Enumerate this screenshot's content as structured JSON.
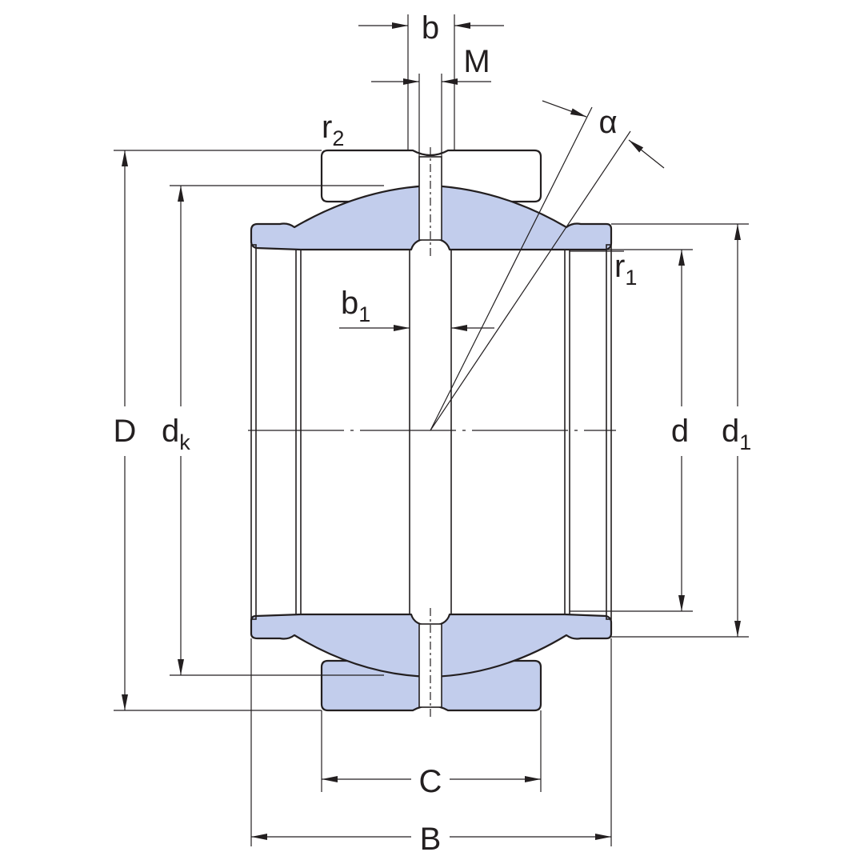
{
  "colors": {
    "line": "#231f20",
    "shade": "#c2cdec",
    "background": "#ffffff"
  },
  "labels": {
    "b": "b",
    "M": "M",
    "r2_base": "r",
    "r2_sub": "2",
    "alpha": "α",
    "r1_base": "r",
    "r1_sub": "1",
    "b1_base": "b",
    "b1_sub": "1",
    "D": "D",
    "dk_base": "d",
    "dk_sub": "k",
    "d": "d",
    "d1_base": "d",
    "d1_sub": "1",
    "C": "C",
    "B": "B"
  }
}
